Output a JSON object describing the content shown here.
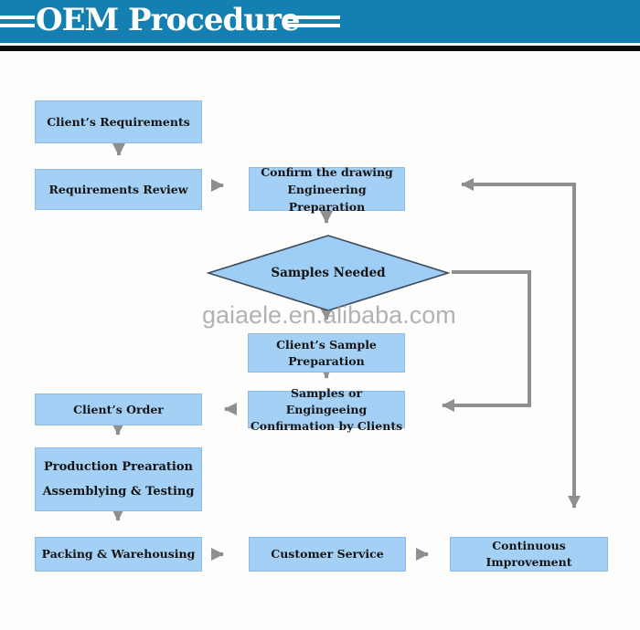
{
  "header": {
    "title": "OEM Procedure",
    "bar_color": "#1480b2",
    "divider_color": "#0c0c0c",
    "title_color": "#ffffff"
  },
  "watermark": {
    "text": "gaiaele.en.alibaba.com",
    "color": "#9a9a9a"
  },
  "flowchart": {
    "node_fill": "#a5d0f6",
    "diamond_fill": "#9ecdf6",
    "arrow_color": "#8f8f8f",
    "text_color": "#141414",
    "nodes": [
      {
        "id": "client-requirements",
        "shape": "rect",
        "label": "Client’s Requirements"
      },
      {
        "id": "requirements-review",
        "shape": "rect",
        "label": "Requirements Review"
      },
      {
        "id": "confirm-drawing",
        "shape": "rect",
        "label": "Confirm the drawing\nEngineering Preparation"
      },
      {
        "id": "samples-needed",
        "shape": "diamond",
        "label": "Samples Needed"
      },
      {
        "id": "client-sample-preparation",
        "shape": "rect",
        "label": "Client’s Sample\nPreparation"
      },
      {
        "id": "samples-confirmation",
        "shape": "rect",
        "label": "Samples or Engingeeing\nConfirmation by Clients"
      },
      {
        "id": "client-order",
        "shape": "rect",
        "label": "Client’s Order"
      },
      {
        "id": "production-preparation",
        "shape": "rect",
        "label": "Production Prearation\nAssemblying & Testing"
      },
      {
        "id": "packing-warehousing",
        "shape": "rect",
        "label": "Packing & Warehousing"
      },
      {
        "id": "customer-service",
        "shape": "rect",
        "label": "Customer Service"
      },
      {
        "id": "continuous-improvement",
        "shape": "rect",
        "label": "Continuous Improvement"
      }
    ]
  }
}
